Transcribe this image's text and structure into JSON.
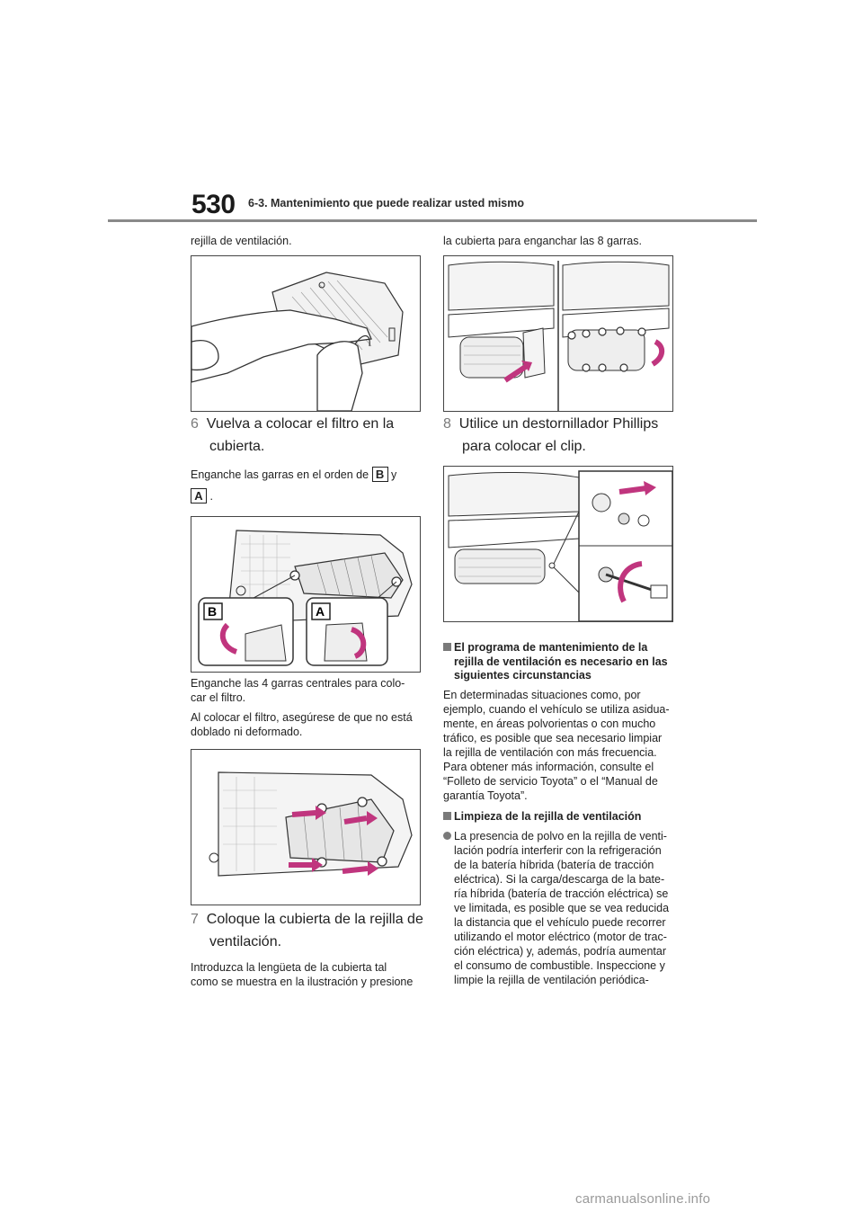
{
  "header": {
    "page_number": "530",
    "section_title": "6-3. Mantenimiento que puede realizar usted mismo"
  },
  "left": {
    "intro_text": "rejilla de ventilación.",
    "step6": {
      "num": "6",
      "line1": "Vuelva a colocar el filtro en la",
      "line2": "cubierta."
    },
    "step6_note_prefix": "Enganche las garras en el orden de",
    "step6_note_mid": "y",
    "step6_note_suffix": ".",
    "label_b": "B",
    "label_a": "A",
    "note2_line1": "Enganche las 4 garras centrales para colo-",
    "note2_line2": "car el filtro.",
    "note3_line1": "Al colocar el filtro, asegúrese de que no está",
    "note3_line2": "doblado ni deformado.",
    "step7": {
      "num": "7",
      "line1": "Coloque la cubierta de la rejilla de",
      "line2": "ventilación."
    },
    "step7_note_line1": "Introduzca la lengüeta de la cubierta tal",
    "step7_note_line2": "como se muestra en la ilustración y presione"
  },
  "right": {
    "intro_text": "la cubierta para enganchar las 8 garras.",
    "step8": {
      "num": "8",
      "line1": "Utilice un destornillador Phillips",
      "line2": "para colocar el clip."
    },
    "heading1_line1": "El programa de mantenimiento de la",
    "heading1_line2": "rejilla de ventilación es necesario en las",
    "heading1_line3": "siguientes circunstancias",
    "para1": [
      "En determinadas situaciones como, por",
      "ejemplo, cuando el vehículo se utiliza asidua-",
      "mente, en áreas polvorientas o con mucho",
      "tráfico, es posible que sea necesario limpiar",
      "la rejilla de ventilación con más frecuencia.",
      "Para obtener más información, consulte el",
      "“Folleto de servicio Toyota” o el “Manual de",
      "garantía Toyota”."
    ],
    "heading2": "Limpieza de la rejilla de ventilación",
    "bullet1": [
      "La presencia de polvo en la rejilla de venti-",
      "lación podría interferir con la refrigeración",
      "de la batería híbrida (batería de tracción",
      "eléctrica). Si la carga/descarga de la bate-",
      "ría híbrida (batería de tracción eléctrica) se",
      "ve limitada, es posible que se vea reducida",
      "la distancia que el vehículo puede recorrer",
      "utilizando el motor eléctrico (motor de trac-",
      "ción eléctrica) y, además, podría aumentar",
      "el consumo de combustible. Inspeccione y",
      "limpie la rejilla de ventilación periódica-"
    ]
  },
  "footer": {
    "site": "carmanualsonline.info"
  }
}
